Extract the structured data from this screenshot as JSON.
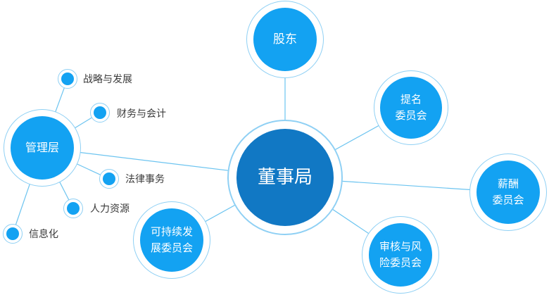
{
  "colors": {
    "primary": "#13a2f2",
    "center": "#1178c4",
    "ring": "#8fd0f4",
    "line": "#6cc4f0",
    "text": "#3a3a3a"
  },
  "center": {
    "label": "董事局"
  },
  "nodes": {
    "shareholders": "股东",
    "nomination": [
      "提名",
      "委员会"
    ],
    "remuneration": [
      "薪酬",
      "委员会"
    ],
    "audit_risk": [
      "审核与风",
      "险委员会"
    ],
    "sustainability": [
      "可持续发",
      "展委员会"
    ],
    "management": "管理层"
  },
  "management_branches": {
    "strategy": "战略与发展",
    "finance": "财务与会计",
    "legal": "法律事务",
    "hr": "人力资源",
    "it": "信息化"
  }
}
